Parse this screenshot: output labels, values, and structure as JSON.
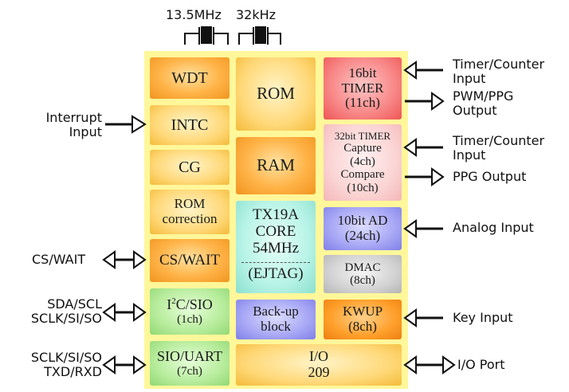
{
  "crystals": {
    "main": "13.5MHz",
    "sub": "32kHz"
  },
  "blocks": {
    "wdt": "WDT",
    "intc": "INTC",
    "cg": "CG",
    "rom_correction_1": "ROM",
    "rom_correction_2": "correction",
    "cswait": "CS/WAIT",
    "i2c_1a": "I",
    "i2c_1b": "2",
    "i2c_1c": "C/SIO",
    "i2c_2": "(1ch)",
    "siouart_1": "SIO/UART",
    "siouart_2": "(7ch)",
    "rom": "ROM",
    "ram": "RAM",
    "core_1": "TX19A",
    "core_2": "CORE",
    "core_3": "54MHz",
    "core_4": "(EJTAG)",
    "backup_1": "Back-up",
    "backup_2": "block",
    "io_1": "I/O",
    "io_2": "209",
    "timer16_1": "16bit",
    "timer16_2": "TIMER",
    "timer16_3": "(11ch)",
    "timer32_1": "32bit TIMER",
    "timer32_2": "Capture",
    "timer32_3": "(4ch)",
    "timer32_4": "Compare",
    "timer32_5": "(10ch)",
    "ad_1": "10bit AD",
    "ad_2": "(24ch)",
    "dmac_1": "DMAC",
    "dmac_2": "(8ch)",
    "kwup_1": "KWUP",
    "kwup_2": "(8ch)"
  },
  "signals": {
    "interrupt_1": "Interrupt",
    "interrupt_2": "Input",
    "cswait": "CS/WAIT",
    "sda_1": "SDA/SCL",
    "sda_2": "SCLK/SI/SO",
    "sclk_1": "SCLK/SI/SO",
    "sclk_2": "TXD/RXD",
    "tc1_1": "Timer/Counter",
    "tc1_2": "Input",
    "pwm_1": "PWM/PPG",
    "pwm_2": "Output",
    "tc2_1": "Timer/Counter",
    "tc2_2": "Input",
    "ppg": "PPG Output",
    "analog": "Analog Input",
    "key": "Key Input",
    "ioport": "I/O Port"
  }
}
